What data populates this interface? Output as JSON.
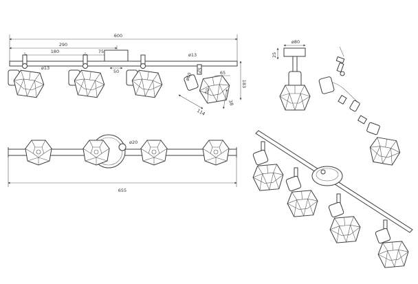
{
  "front_view": {
    "dim_overall": "600",
    "dim_left_part": "290",
    "dim_spot_spacing": "180",
    "dim_offset": "75",
    "dim_base": "50",
    "dim_tube": "ø13",
    "dim_tube_small": "ø13",
    "dim_height": "183"
  },
  "head_detail": {
    "dim_depth": "65",
    "dim_a": "ø60",
    "dim_b": "25",
    "dim_c": "50",
    "dim_width": "114",
    "dim_diag": "38"
  },
  "top_view": {
    "dim_length": "655",
    "dim_canopy": "ø20"
  },
  "side_view": {
    "dim_canopy_dia": "ø80",
    "dim_canopy_height": "25"
  }
}
